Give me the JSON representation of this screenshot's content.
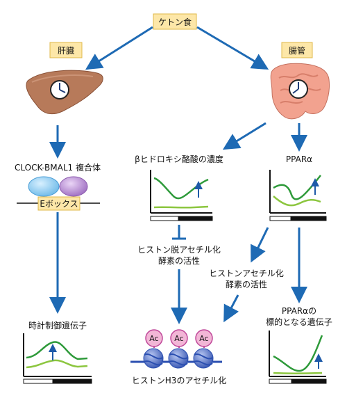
{
  "diagram": {
    "top_box": "ケトン食",
    "liver_box": "肝臓",
    "gut_box": "腸管",
    "clock_bmal1": "CLOCK-BMAL1 複合体",
    "ebox": "Eボックス",
    "clock_genes": "時計制御遺伝子",
    "bhb": "βヒドロキシ酪酸の濃度",
    "ppara": "PPARα",
    "hdac_line1": "ヒストン脱アセチル化",
    "hdac_line2": "酵素の活性",
    "hat_line1": "ヒストンアセチル化",
    "hat_line2": "酵素の活性",
    "ppara_target_line1": "PPARαの",
    "ppara_target_line2": "標的となる遺伝子",
    "ac_label": "Ac",
    "h3_label": "ヒストンH3のアセチル化"
  },
  "colors": {
    "arrow": "#1e6ab4",
    "box_fill": "#fde7a8",
    "box_stroke": "#e0b84a",
    "curve_dark": "#2e9a3a",
    "curve_light": "#8cc63f",
    "up_arrow": "#1e5aa8",
    "liver": "#b77a5a",
    "gut": "#f2a28f",
    "ac_fill": "#f2b6d6",
    "ac_stroke": "#c0489a",
    "nucleosome": "#5a76c8",
    "ebox_left": "#8fcdf0",
    "ebox_right": "#b58ad0"
  }
}
